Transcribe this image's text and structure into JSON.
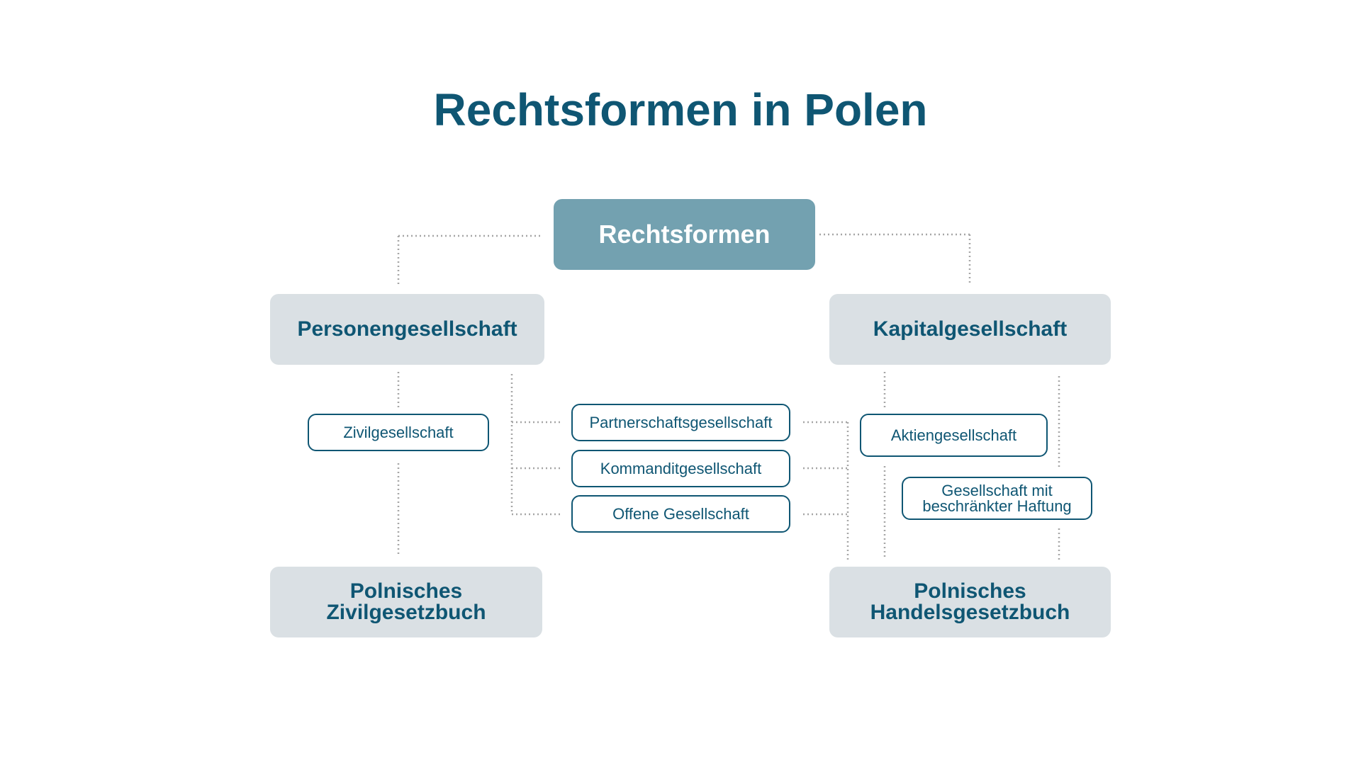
{
  "title": "Rechtsformen in Polen",
  "root": "Rechtsformen",
  "categories": {
    "personengesellschaft": "Personengesellschaft",
    "kapitalgesellschaft": "Kapitalgesellschaft"
  },
  "leaves": {
    "zivilgesellschaft": "Zivilgesellschaft",
    "partnerschaftsgesellschaft": "Partnerschaftsgesellschaft",
    "kommanditgesellschaft": "Kommanditgesellschaft",
    "offene_gesellschaft": "Offene Gesellschaft",
    "aktiengesellschaft": "Aktiengesellschaft",
    "gmbh_line1": "Gesellschaft mit",
    "gmbh_line2": "beschränkter Haftung"
  },
  "codes": {
    "zivil_line1": "Polnisches",
    "zivil_line2": "Zivilgesetzbuch",
    "handel_line1": "Polnisches",
    "handel_line2": "Handelsgesetzbuch"
  },
  "colors": {
    "primary": "#0f5673",
    "root_fill": "#73a1b0",
    "category_fill": "#dae0e4",
    "connector": "#a6a6a6"
  }
}
